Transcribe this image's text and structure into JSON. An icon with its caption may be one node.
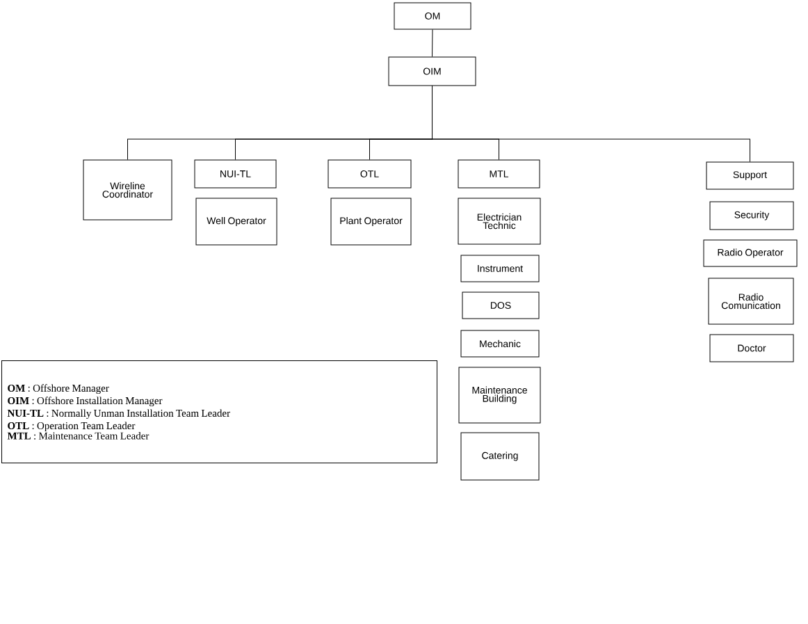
{
  "diagram": {
    "nodes": [
      {
        "text": [
          "OM"
        ]
      },
      {
        "text": [
          "OIM"
        ]
      },
      {
        "text": [
          "Wireline Coordinator"
        ]
      },
      {
        "text": [
          "NUI-TL"
        ]
      },
      {
        "text": [
          "OTL"
        ]
      },
      {
        "text": [
          "MTL"
        ]
      },
      {
        "text": [
          "Support"
        ]
      },
      {
        "text": [
          "Well Operator"
        ]
      },
      {
        "text": [
          "Plant Operator"
        ]
      },
      {
        "text": [
          "Electrician Technic"
        ]
      },
      {
        "text": [
          "Security"
        ]
      },
      {
        "text": [
          "Radio Operator"
        ]
      },
      {
        "text": [
          "Instrument"
        ]
      },
      {
        "text": [
          "Radio Comunication"
        ]
      },
      {
        "text": [
          "DOS"
        ]
      },
      {
        "text": [
          "Doctor"
        ]
      },
      {
        "text": [
          "Mechanic"
        ]
      },
      {
        "text": [
          "Maintenance Building"
        ]
      },
      {
        "text": [
          "Catering"
        ]
      },
      {
        "text": [
          "**OM** : Offshore Manager",
          "**OIM** : Offshore Installation Manager",
          "**NUI-TL** : Normally Unman Installation Team Leader",
          "**OTL** : Operation Team Leader",
          "**MTL** : Maintenance Team Leader"
        ]
      }
    ],
    "edges": [
      {
        "from": 0,
        "to": 1,
        "arrow": "none"
      },
      {
        "from": 1,
        "to": 2,
        "arrow": "none"
      },
      {
        "from": 1,
        "to": 3,
        "arrow": "none"
      },
      {
        "from": 1,
        "to": 4,
        "arrow": "none"
      },
      {
        "from": 1,
        "to": 5,
        "arrow": "none"
      },
      {
        "from": 1,
        "to": 6,
        "arrow": "none"
      }
    ]
  }
}
